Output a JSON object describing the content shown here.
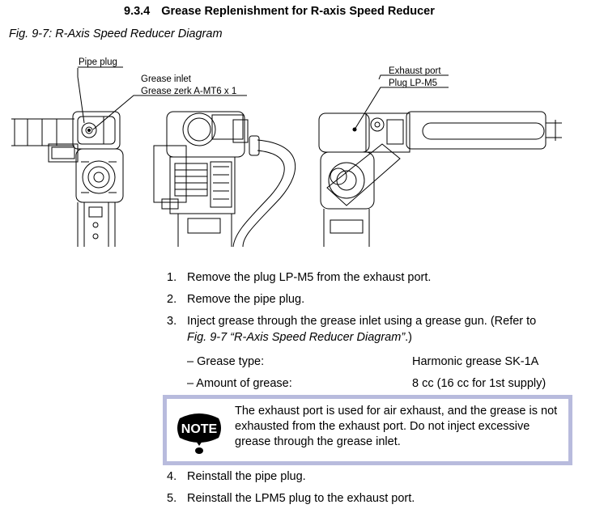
{
  "section": {
    "number": "9.3.4",
    "title": "Grease Replenishment for R-axis Speed Reducer"
  },
  "figure": {
    "caption": "Fig. 9-7: R-Axis Speed Reducer Diagram",
    "callouts": {
      "pipe_plug": "Pipe plug",
      "grease_inlet": "Grease inlet",
      "grease_zerk": "Grease zerk A-MT6 x 1",
      "exhaust_port": "Exhaust port",
      "plug": "Plug LP-M5"
    }
  },
  "steps": [
    {
      "num": "1.",
      "text": "Remove the plug LP-M5 from the exhaust port."
    },
    {
      "num": "2.",
      "text": "Remove the pipe plug."
    },
    {
      "num": "3.",
      "text": "Inject grease through the grease inlet using a grease gun.  (Refer to",
      "ref": "Fig. 9-7 “R-Axis Speed Reducer Diagram”",
      "after": ".)"
    }
  ],
  "specs": [
    {
      "label": "–  Grease type:",
      "value": "Harmonic grease SK-1A"
    },
    {
      "label": "–  Amount of grease:",
      "value": "8 cc (16 cc for 1st supply)"
    }
  ],
  "note": {
    "icon_label": "NOTE",
    "text": "The exhaust port is used for air exhaust, and the grease is not exhausted from the exhaust port.  Do not inject excessive grease through the grease inlet."
  },
  "steps_after": [
    {
      "num": "4.",
      "text": "Reinstall the pipe plug."
    },
    {
      "num": "5.",
      "text": "Reinstall the LPM5 plug to the exhaust port."
    }
  ],
  "colors": {
    "note_border": "#b8bbdd"
  }
}
